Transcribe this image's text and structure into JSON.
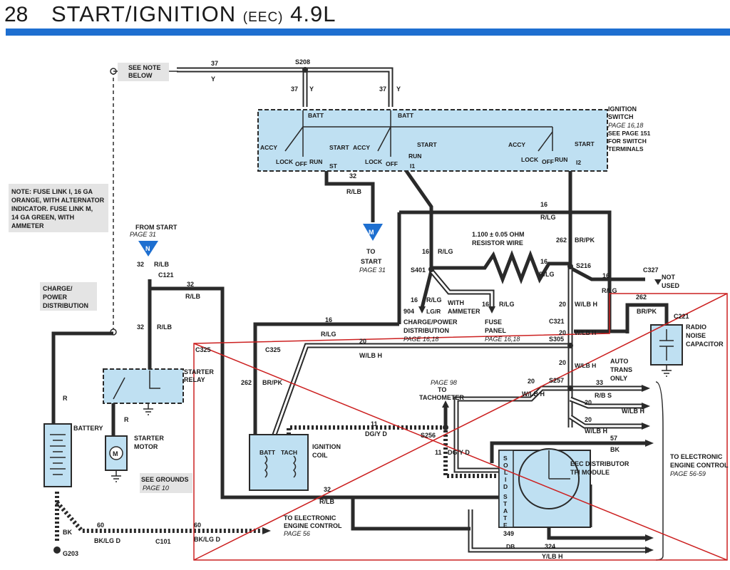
{
  "header": {
    "page_number": "28",
    "title": "START/IGNITION",
    "title_suffix": "(EEC)",
    "engine": "4.9L"
  },
  "colors": {
    "component_fill": "#bfe0f2",
    "title_bar": "#1e6fd0",
    "wire": "#2a2a2a",
    "crossout": "#cc2020"
  },
  "notes": {
    "see_note": "SEE NOTE BELOW",
    "fuse_note": [
      "NOTE: FUSE LINK I, 16 GA",
      "ORANGE, WITH ALTERNATOR",
      "INDICATOR. FUSE LINK M,",
      "14 GA GREEN, WITH",
      "AMMETER"
    ],
    "charge_power": [
      "CHARGE/",
      "POWER",
      "DISTRIBUTION"
    ],
    "see_grounds": "SEE GROUNDS",
    "see_grounds_page": "PAGE 10"
  },
  "ignition_switch": {
    "title": [
      "IGNITION",
      "SWITCH"
    ],
    "pages": [
      "PAGE 16,18",
      "SEE PAGE 151",
      "FOR SWITCH",
      "TERMINALS"
    ],
    "batt": "BATT",
    "accy": "ACCY",
    "lock": "LOCK",
    "off": "OFF",
    "run": "RUN",
    "start": "START",
    "st": "ST",
    "i1": "I1",
    "i2": "I2"
  },
  "splices": {
    "s208": "S208",
    "s401": "S401",
    "s216": "S216",
    "s305": "S305",
    "s257": "S257",
    "s256": "S256"
  },
  "connectors": {
    "c121": "C121",
    "c327": "C327",
    "c321": "C321",
    "c221": "C221",
    "c325a": "C325",
    "c325b": "C325",
    "c101": "C101",
    "g203": "G203"
  },
  "wires": {
    "w37": "37",
    "y": "Y",
    "w32": "32",
    "rlb": "R/LB",
    "w16": "16",
    "rlg": "R/LG",
    "w262": "262",
    "brpk": "BR/PK",
    "w20": "20",
    "wlbh": "W/LB H",
    "w904": "904",
    "lgr": "LG/R",
    "w11": "11",
    "dgyd": "DG/Y D",
    "w33": "33",
    "rbs": "R/B S",
    "w57": "57",
    "bk": "BK",
    "w349": "349",
    "db": "DB",
    "w324": "324",
    "ybh": "Y/LB H",
    "w60": "60",
    "bklgd": "BK/LG D",
    "r": "R"
  },
  "components": {
    "battery": "BATTERY",
    "starter_relay": [
      "STARTER",
      "RELAY"
    ],
    "starter_motor": [
      "STARTER",
      "MOTOR"
    ],
    "ignition_coil": [
      "IGNITION",
      "COIL"
    ],
    "coil_batt": "BATT",
    "coil_tach": "TACH",
    "radio_cap": [
      "RADIO",
      "NOISE",
      "CAPACITOR"
    ],
    "eec_module": [
      "EEC DISTRIBUTOR",
      "TFI MODULE"
    ],
    "solid_state": [
      "S",
      "O",
      "L",
      "I",
      "D",
      "",
      "S",
      "T",
      "A",
      "T",
      "E"
    ],
    "resistor": [
      "1.100 ± 0.05 OHM",
      "RESISTOR WIRE"
    ]
  },
  "references": {
    "from_start": "FROM START",
    "from_start_page": "PAGE 31",
    "to_start": "TO",
    "to_start_2": "START",
    "to_start_page": "PAGE 31",
    "marker_n": "N",
    "marker_m": "M",
    "charge_dist": [
      "CHARGE/POWER",
      "DISTRIBUTION"
    ],
    "charge_dist_page": "PAGE 16,18",
    "with_ammeter": [
      "WITH",
      "AMMETER"
    ],
    "fuse_panel": [
      "FUSE",
      "PANEL"
    ],
    "fuse_panel_page": "PAGE 16,18",
    "not_used": [
      "NOT",
      "USED"
    ],
    "auto_trans": [
      "AUTO",
      "TRANS",
      "ONLY"
    ],
    "tach_page": "PAGE 98",
    "tach": [
      "TO",
      "TACHOMETER"
    ],
    "to_eec_right": [
      "TO ELECTRONIC",
      "ENGINE CONTROL"
    ],
    "to_eec_right_page": "PAGE 56-59",
    "to_eec_bottom": [
      "TO ELECTRONIC",
      "ENGINE CONTROL"
    ],
    "to_eec_bottom_page": "PAGE 56"
  }
}
